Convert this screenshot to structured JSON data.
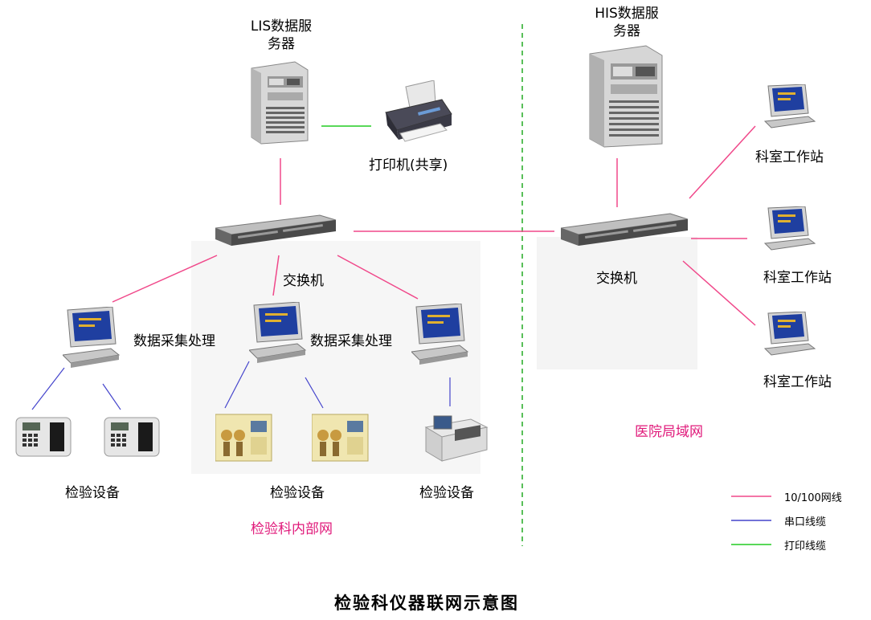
{
  "labels": {
    "lis_server": "LIS数据服务器",
    "his_server": "HIS数据服务器",
    "printer": "打印机(共享)",
    "switch_left": "交换机",
    "switch_right": "交换机",
    "collect_1": "数据采集处理",
    "collect_2": "数据采集处理",
    "device_1": "检验设备",
    "device_2": "检验设备",
    "device_3": "检验设备",
    "ward_1": "科室工作站",
    "ward_2": "科室工作站",
    "ward_3": "科室工作站",
    "lab_network": "检验科内部网",
    "hospital_network": "医院局域网",
    "title": "检验科仪器联网示意图"
  },
  "legend": [
    {
      "label": "10/100网线",
      "color": "#f0488a"
    },
    {
      "label": "串口线缆",
      "color": "#4444cc"
    },
    {
      "label": "打印线缆",
      "color": "#22cc22"
    }
  ],
  "colors": {
    "network_cable": "#f0488a",
    "serial_cable": "#4444cc",
    "print_cable": "#22cc22",
    "divider": "#22aa22",
    "region_label": "#e0197a"
  },
  "icons": {
    "server": "server-tower-icon",
    "printer": "inkjet-printer-icon",
    "switch": "network-switch-icon",
    "computer": "desktop-computer-icon",
    "lab_analyzer": "lab-analyzer-icon"
  }
}
